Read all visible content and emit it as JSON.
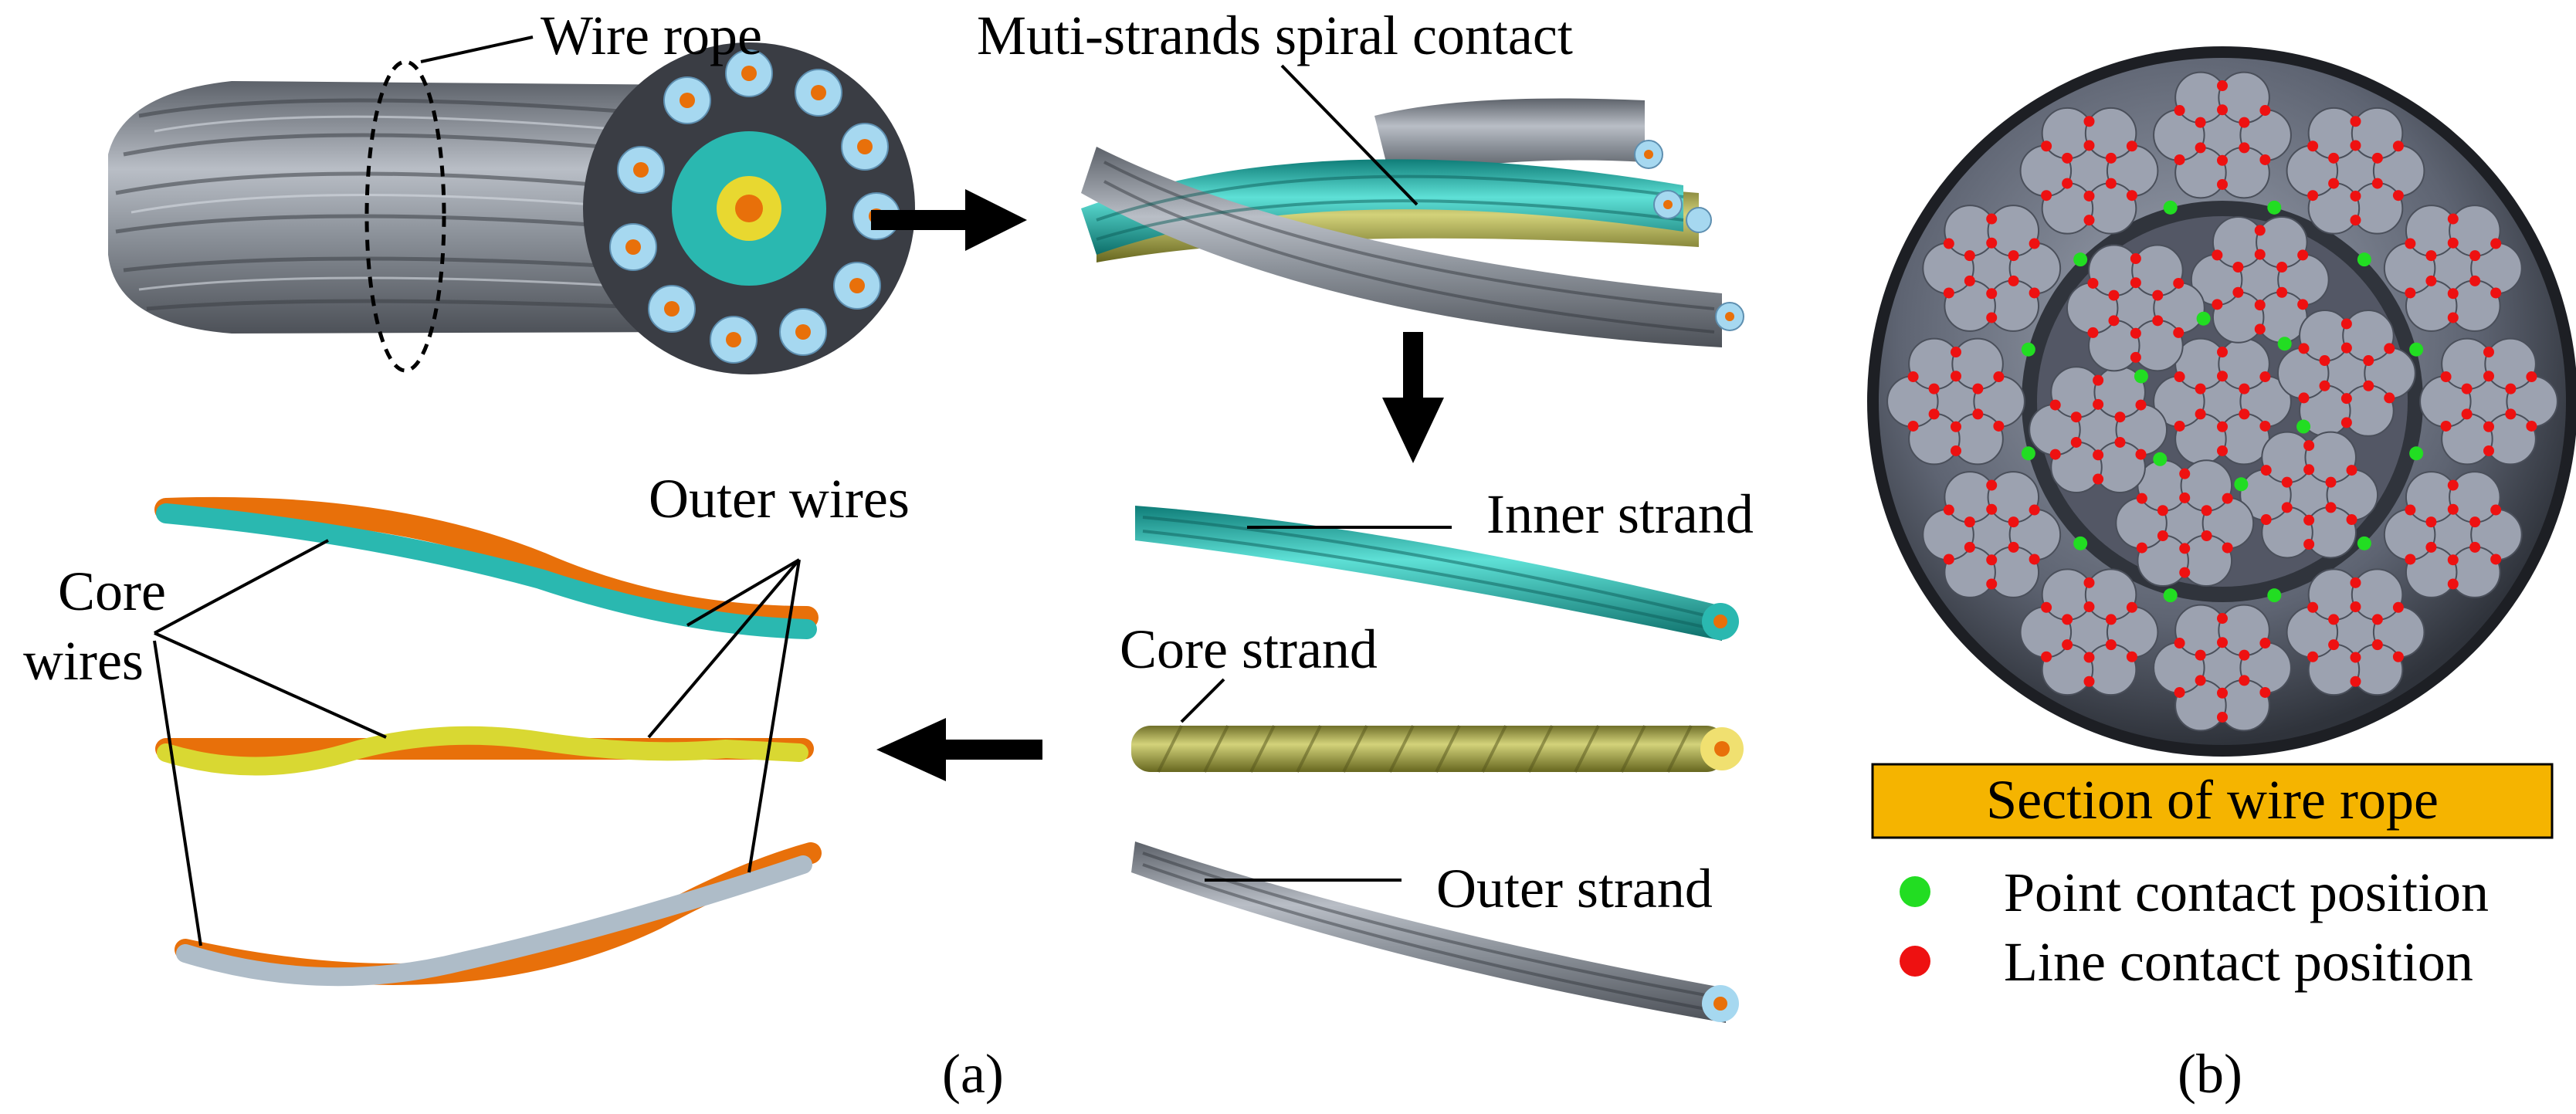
{
  "panel_a": {
    "caption": "(a)",
    "labels": {
      "wire_rope": "Wire rope",
      "spiral_contact": "Muti-strands spiral contact",
      "inner_strand": "Inner strand",
      "core_strand": "Core strand",
      "outer_strand": "Outer strand",
      "outer_wires": "Outer wires",
      "core_wires_line1": "Core",
      "core_wires_line2": "wires"
    }
  },
  "panel_b": {
    "caption": "(b)",
    "section_title": "Section of wire rope",
    "legend": [
      {
        "label": "Point contact position",
        "color": "#22dd22"
      },
      {
        "label": "Line contact position",
        "color": "#ee1111"
      }
    ]
  },
  "colors": {
    "rope_gray": "#8e949c",
    "inner_teal": "#2ab8b0",
    "core_olive": "#a8a848",
    "orange_core": "#e8700a",
    "banner": "#f5b400"
  }
}
